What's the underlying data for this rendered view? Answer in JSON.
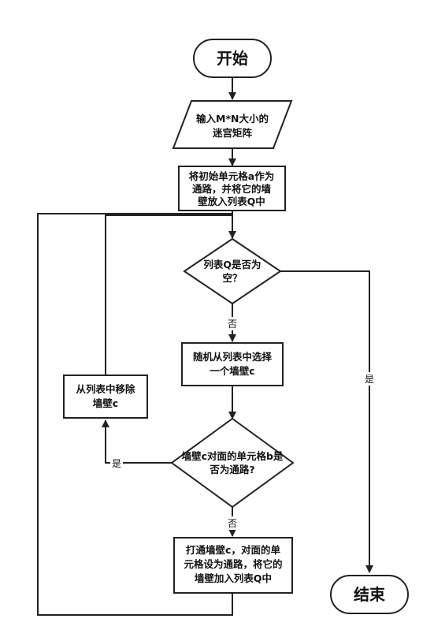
{
  "nodes": {
    "start": {
      "line1": "开始"
    },
    "input": {
      "line1": "输入M*N大小的",
      "line2": "迷宫矩阵"
    },
    "init": {
      "line1": "将初始单元格a作为",
      "line2": "通路，并将它的墙",
      "line3": "壁放入列表Q中"
    },
    "decision_empty": {
      "line1": "列表Q是否为",
      "line2": "空？"
    },
    "select": {
      "line1": "随机从列表中选择",
      "line2": "一个墙壁c"
    },
    "decision_path": {
      "line1": "墙壁c对面的单元格b是",
      "line2": "否为通路?"
    },
    "remove": {
      "line1": "从列表中移除",
      "line2": "墙壁c"
    },
    "open": {
      "line1": "打通墙壁c，对面的单",
      "line2": "元格设为通路，将它的",
      "line3": "墙壁加入列表Q中"
    },
    "end": {
      "line1": "结束"
    }
  },
  "edge_labels": {
    "empty_no": "否",
    "empty_yes": "是",
    "path_yes": "是",
    "path_no": "否"
  }
}
